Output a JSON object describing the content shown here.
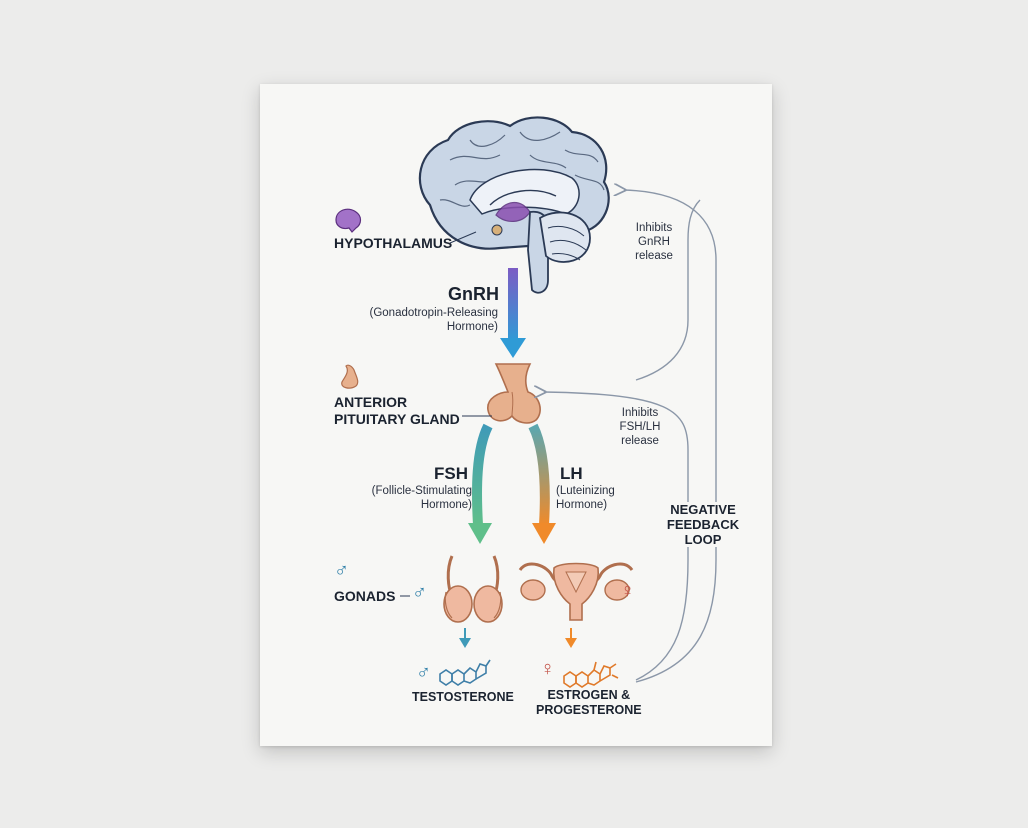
{
  "labels": {
    "hypothalamus": "HYPOTHALAMUS",
    "gnrh": "GnRH",
    "gnrh_full_1": "(Gonadotropin-Releasing",
    "gnrh_full_2": "Hormone)",
    "pituitary_1": "ANTERIOR",
    "pituitary_2": "PITUITARY GLAND",
    "fsh": "FSH",
    "fsh_full_1": "(Follicle-Stimulating",
    "fsh_full_2": "Hormone)",
    "lh": "LH",
    "lh_full_1": "(Luteinizing",
    "lh_full_2": "Hormone)",
    "gonads": "GONADS",
    "testosterone": "TESTOSTERONE",
    "estrogen_1": "ESTROGEN &",
    "estrogen_2": "PROGESTERONE",
    "inhibits_gnrh_1": "Inhibits",
    "inhibits_gnrh_2": "GnRH",
    "inhibits_gnrh_3": "release",
    "inhibits_fsh_1": "Inhibits",
    "inhibits_fsh_2": "FSH/LH",
    "inhibits_fsh_3": "release",
    "loop_1": "NEGATIVE",
    "loop_2": "FEEDBACK",
    "loop_3": "LOOP"
  },
  "symbols": {
    "male": "♂",
    "female": "♀"
  },
  "colors": {
    "hypothalamus": "#8a4fb0",
    "gnrh_arrow_top": "#7c5cc4",
    "gnrh_arrow_bottom": "#2f9bd6",
    "fsh_arrow_top": "#3f9ab8",
    "fsh_arrow_bottom": "#5fbf8a",
    "lh_arrow_top": "#5aa7b0",
    "lh_arrow_bottom": "#f08a2a",
    "pituitary": "#e7b08d",
    "gonad": "#efb9a0",
    "male_symbol": "#2f7fa8",
    "female_symbol": "#c3544a",
    "feedback_line": "#8b97a8",
    "brain": "#c9d6e6",
    "outline": "#2b3a55"
  }
}
